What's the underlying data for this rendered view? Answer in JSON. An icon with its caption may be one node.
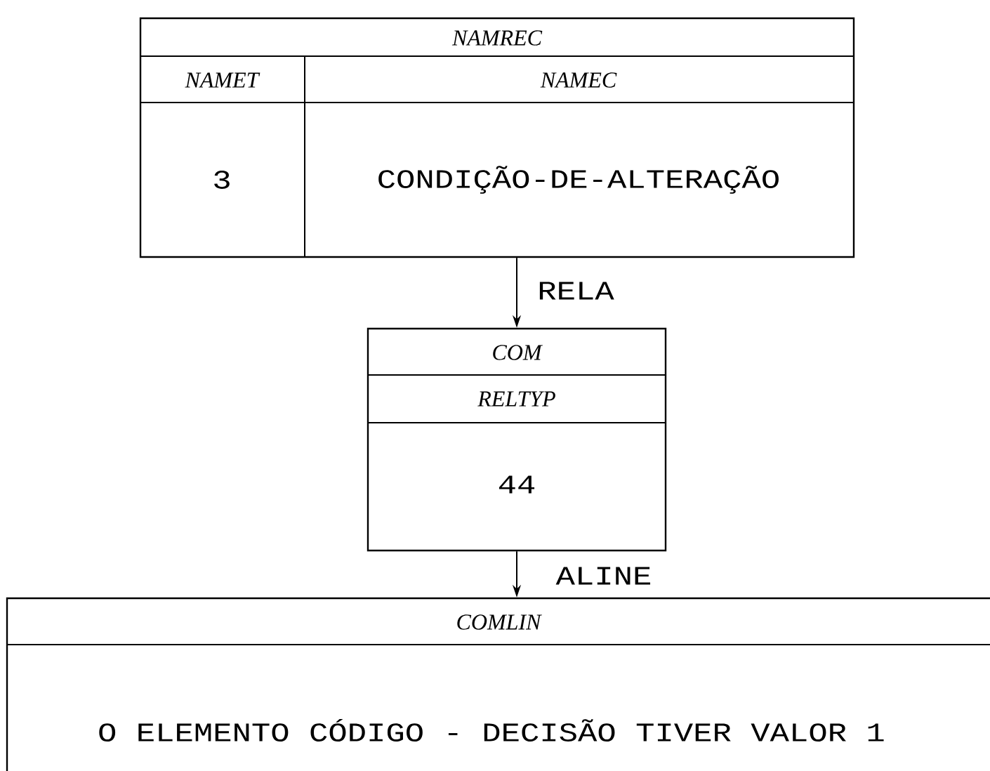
{
  "diagram": {
    "nodes": [
      {
        "text": [
          "NAMREC",
          "NAMET",
          "NAMEC",
          "3",
          "CONDIÇÃO-DE-ALTERAÇÃO"
        ]
      },
      {
        "text": [
          "COM",
          "RELTYP",
          "44"
        ]
      },
      {
        "text": [
          "COMLIN",
          "O ELEMENTO CÓDIGO - DECISÃO TIVER  VALOR 1"
        ]
      }
    ],
    "edges": [
      {
        "from": 0,
        "to": 1,
        "arrow": "to",
        "label": "RELA"
      },
      {
        "from": 1,
        "to": 2,
        "arrow": "to",
        "label": "ALINE"
      }
    ]
  }
}
